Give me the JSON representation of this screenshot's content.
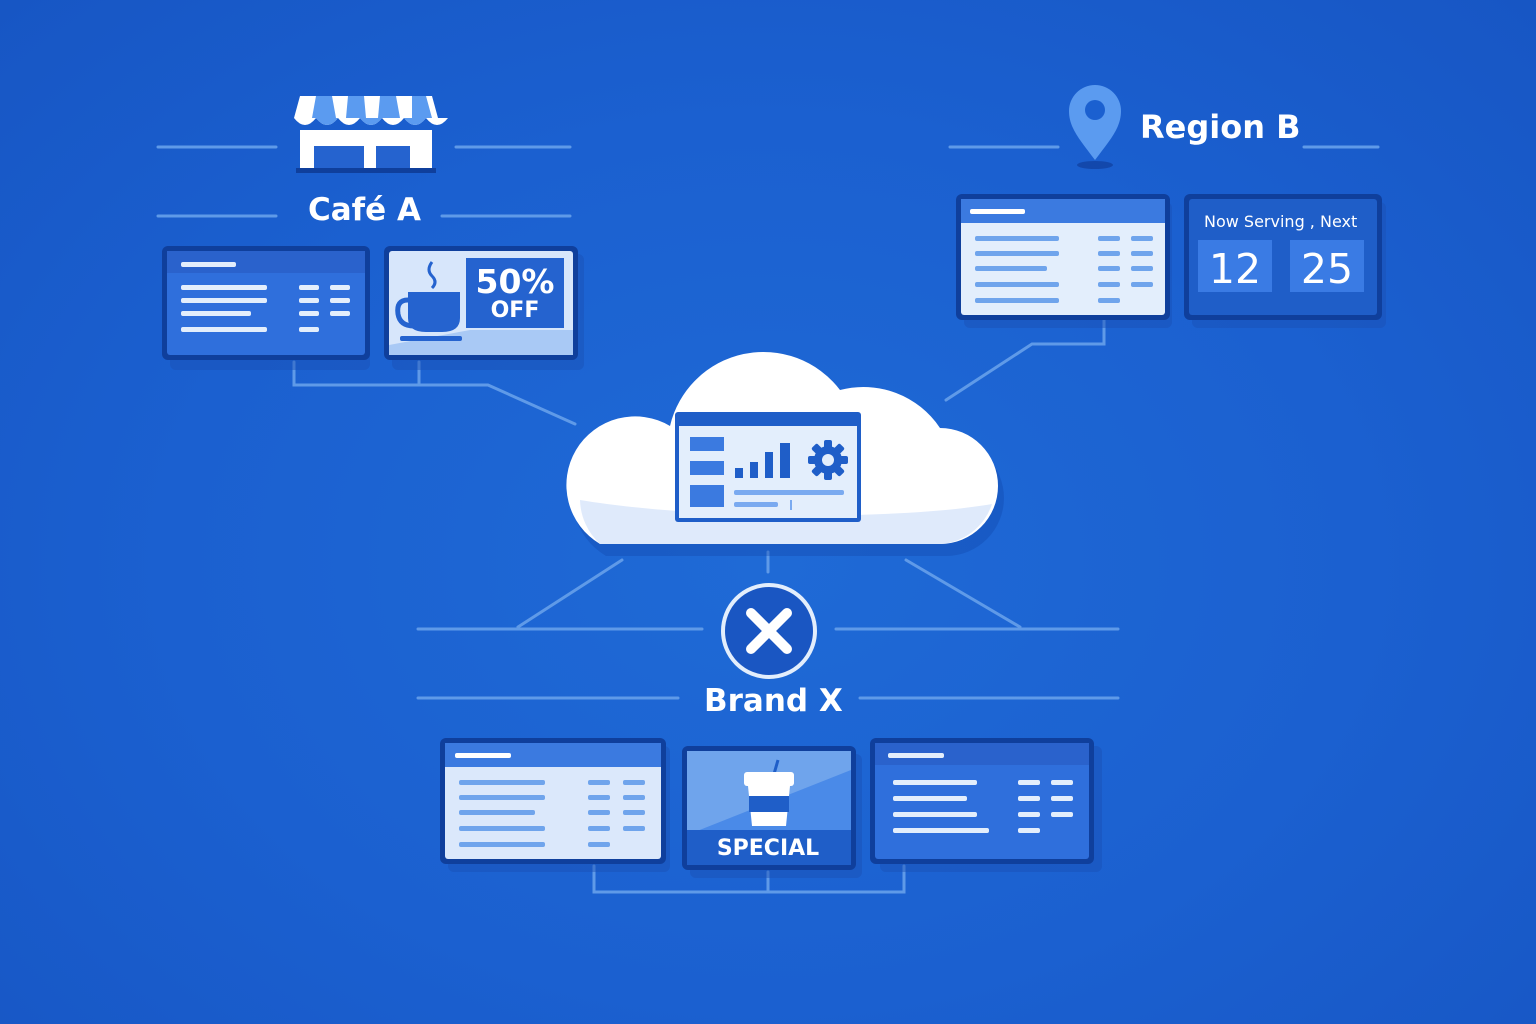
{
  "diagram": {
    "cafe": {
      "name": "Café A",
      "icon": "storefront-icon"
    },
    "region": {
      "name": "Region B",
      "icon": "map-pin-icon"
    },
    "brand": {
      "name": "Brand X",
      "icon": "brand-x-icon"
    },
    "cloud": {
      "icon": "cloud-icon",
      "dashboard_icon": "dashboard-icon",
      "settings_icon": "gear-icon"
    },
    "promo": {
      "percent": "50%",
      "off": "OFF",
      "icon": "coffee-cup-icon"
    },
    "queue": {
      "title": "Now Serving , Next",
      "current": "12",
      "next": "25"
    },
    "special": {
      "label": "SPECIAL",
      "icon": "takeaway-cup-icon"
    }
  },
  "colors": {
    "background": "#1b60d0",
    "screen_dark": "#2c6ad8",
    "screen_light": "#e3eefc",
    "frame": "#0f3f9c",
    "line": "#5f9ae8",
    "accent": "#5b9bf0",
    "white": "#ffffff"
  }
}
